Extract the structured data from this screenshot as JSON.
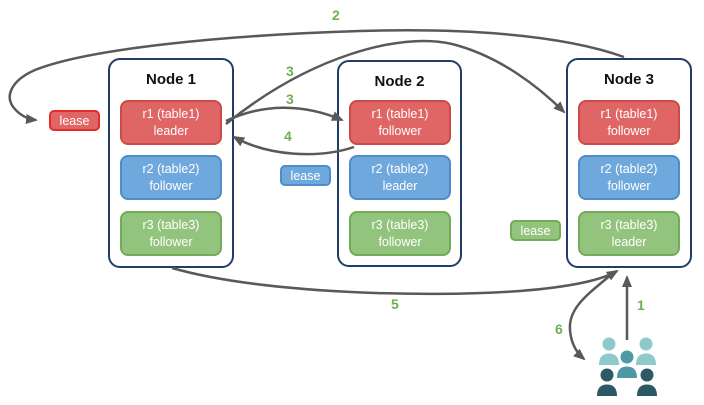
{
  "nodes": [
    {
      "title": "Node 1",
      "replicas": [
        {
          "name": "r1 (table1)",
          "role": "leader",
          "variant": "red"
        },
        {
          "name": "r2 (table2)",
          "role": "follower",
          "variant": "blue"
        },
        {
          "name": "r3 (table3)",
          "role": "follower",
          "variant": "green"
        }
      ]
    },
    {
      "title": "Node 2",
      "replicas": [
        {
          "name": "r1 (table1)",
          "role": "follower",
          "variant": "red"
        },
        {
          "name": "r2 (table2)",
          "role": "leader",
          "variant": "blue"
        },
        {
          "name": "r3 (table3)",
          "role": "follower",
          "variant": "green"
        }
      ]
    },
    {
      "title": "Node 3",
      "replicas": [
        {
          "name": "r1 (table1)",
          "role": "follower",
          "variant": "red"
        },
        {
          "name": "r2 (table2)",
          "role": "follower",
          "variant": "blue"
        },
        {
          "name": "r3 (table3)",
          "role": "leader",
          "variant": "green"
        }
      ]
    }
  ],
  "leases": [
    {
      "label": "lease",
      "variant": "red"
    },
    {
      "label": "lease",
      "variant": "blue"
    },
    {
      "label": "lease",
      "variant": "green"
    }
  ],
  "steps": {
    "s1": "1",
    "s2": "2",
    "s3a": "3",
    "s3b": "3",
    "s4": "4",
    "s5": "5",
    "s6": "6"
  },
  "icons": {
    "users": "users-group-icon"
  },
  "colors": {
    "red-fill": "#e06666",
    "red-border": "#cd4a4a",
    "red-lease-border": "#e22d2d",
    "blue-fill": "#6fa8dc",
    "blue-border": "#4f8cc9",
    "green-fill": "#93c47d",
    "green-border": "#74ab59",
    "node-border": "#1f3d68",
    "arrow": "#595959",
    "step": "#6fb050",
    "users-light": "#8ecaca",
    "users-mid": "#4d9aa6",
    "users-dark": "#2d5866"
  }
}
